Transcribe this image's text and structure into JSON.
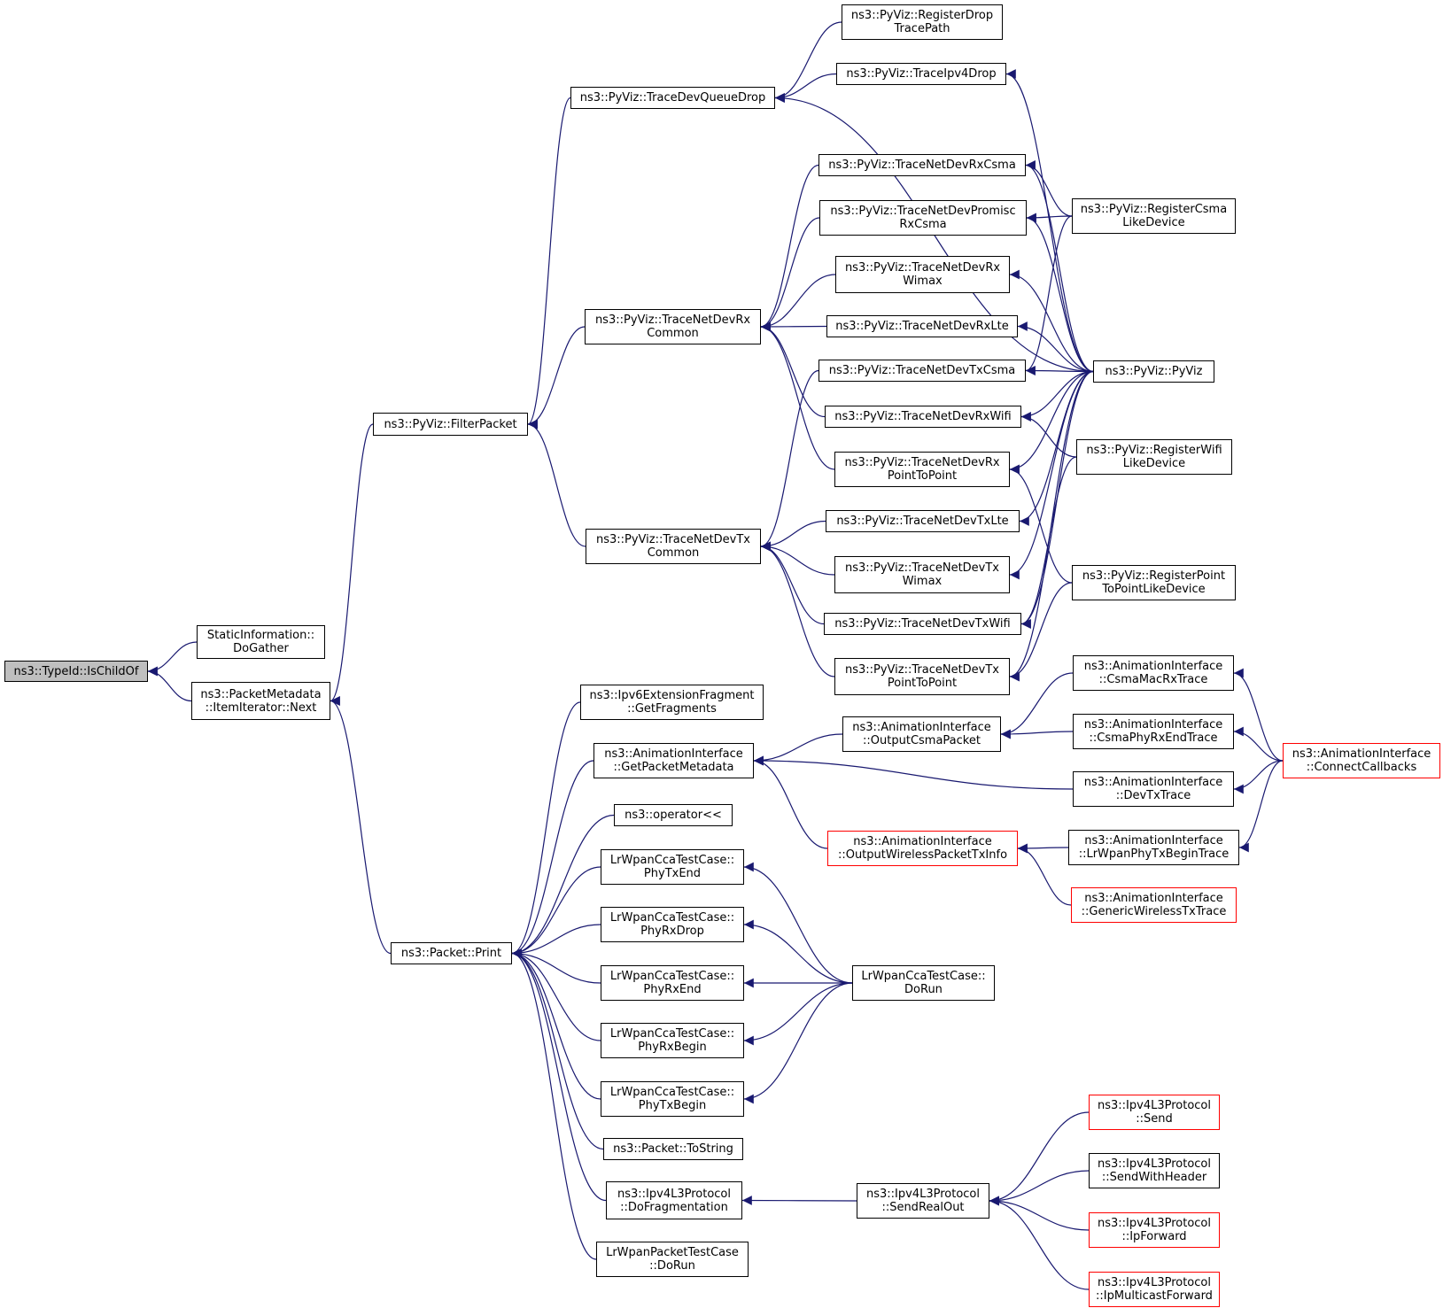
{
  "colors": {
    "edge": "#191970",
    "node_border": "#000000",
    "truncated_border": "#ff0000",
    "root_fill": "#bfbfbf"
  },
  "nodes": [
    {
      "id": "typeid",
      "label": "ns3::TypeId::IsChildOf",
      "style": "root"
    },
    {
      "id": "static_dogather",
      "label": "StaticInformation::\nDoGather"
    },
    {
      "id": "pm_next",
      "label": "ns3::PacketMetadata\n::ItemIterator::Next"
    },
    {
      "id": "filterpacket",
      "label": "ns3::PyViz::FilterPacket"
    },
    {
      "id": "packet_print",
      "label": "ns3::Packet::Print"
    },
    {
      "id": "tracedevqueuedrop",
      "label": "ns3::PyViz::TraceDevQueueDrop"
    },
    {
      "id": "rxcommon",
      "label": "ns3::PyViz::TraceNetDevRx\nCommon"
    },
    {
      "id": "txcommon",
      "label": "ns3::PyViz::TraceNetDevTx\nCommon"
    },
    {
      "id": "registerdroptracepath",
      "label": "ns3::PyViz::RegisterDrop\nTracePath"
    },
    {
      "id": "traceipv4drop",
      "label": "ns3::PyViz::TraceIpv4Drop"
    },
    {
      "id": "rxcsma",
      "label": "ns3::PyViz::TraceNetDevRxCsma"
    },
    {
      "id": "promiscrxcsma",
      "label": "ns3::PyViz::TraceNetDevPromisc\nRxCsma"
    },
    {
      "id": "rxwimax",
      "label": "ns3::PyViz::TraceNetDevRx\nWimax"
    },
    {
      "id": "rxlte",
      "label": "ns3::PyViz::TraceNetDevRxLte"
    },
    {
      "id": "txcsma",
      "label": "ns3::PyViz::TraceNetDevTxCsma"
    },
    {
      "id": "rxwifi",
      "label": "ns3::PyViz::TraceNetDevRxWifi"
    },
    {
      "id": "rxp2p",
      "label": "ns3::PyViz::TraceNetDevRx\nPointToPoint"
    },
    {
      "id": "txlte",
      "label": "ns3::PyViz::TraceNetDevTxLte"
    },
    {
      "id": "txwimax",
      "label": "ns3::PyViz::TraceNetDevTx\nWimax"
    },
    {
      "id": "txwifi",
      "label": "ns3::PyViz::TraceNetDevTxWifi"
    },
    {
      "id": "txp2p",
      "label": "ns3::PyViz::TraceNetDevTx\nPointToPoint"
    },
    {
      "id": "registercsma",
      "label": "ns3::PyViz::RegisterCsma\nLikeDevice"
    },
    {
      "id": "pyviz",
      "label": "ns3::PyViz::PyViz"
    },
    {
      "id": "registerwifi",
      "label": "ns3::PyViz::RegisterWifi\nLikeDevice"
    },
    {
      "id": "registerp2p",
      "label": "ns3::PyViz::RegisterPoint\nToPointLikeDevice"
    },
    {
      "id": "ipv6getfragments",
      "label": "ns3::Ipv6ExtensionFragment\n::GetFragments"
    },
    {
      "id": "getpacketmetadata",
      "label": "ns3::AnimationInterface\n::GetPacketMetadata"
    },
    {
      "id": "operator",
      "label": "ns3::operator<<"
    },
    {
      "id": "phytxend",
      "label": "LrWpanCcaTestCase::\nPhyTxEnd"
    },
    {
      "id": "phyrxdrop",
      "label": "LrWpanCcaTestCase::\nPhyRxDrop"
    },
    {
      "id": "phyrxend",
      "label": "LrWpanCcaTestCase::\nPhyRxEnd"
    },
    {
      "id": "phyrxbegin",
      "label": "LrWpanCcaTestCase::\nPhyRxBegin"
    },
    {
      "id": "phytxbegin",
      "label": "LrWpanCcaTestCase::\nPhyTxBegin"
    },
    {
      "id": "packettostring",
      "label": "ns3::Packet::ToString"
    },
    {
      "id": "dofragmentation",
      "label": "ns3::Ipv4L3Protocol\n::DoFragmentation"
    },
    {
      "id": "packettestdorun",
      "label": "LrWpanPacketTestCase\n::DoRun"
    },
    {
      "id": "outputcsmapacket",
      "label": "ns3::AnimationInterface\n::OutputCsmaPacket"
    },
    {
      "id": "outputwireless",
      "label": "ns3::AnimationInterface\n::OutputWirelessPacketTxInfo",
      "style": "red"
    },
    {
      "id": "ccadorun",
      "label": "LrWpanCcaTestCase::\nDoRun"
    },
    {
      "id": "sendrealout",
      "label": "ns3::Ipv4L3Protocol\n::SendRealOut"
    },
    {
      "id": "csmamacrxtrace",
      "label": "ns3::AnimationInterface\n::CsmaMacRxTrace"
    },
    {
      "id": "csmaphyrxendtrace",
      "label": "ns3::AnimationInterface\n::CsmaPhyRxEndTrace"
    },
    {
      "id": "devtxtrace",
      "label": "ns3::AnimationInterface\n::DevTxTrace"
    },
    {
      "id": "lrwpanphytxbegintrace",
      "label": "ns3::AnimationInterface\n::LrWpanPhyTxBeginTrace"
    },
    {
      "id": "genericwirelesstxtrace",
      "label": "ns3::AnimationInterface\n::GenericWirelessTxTrace",
      "style": "red"
    },
    {
      "id": "connectcallbacks",
      "label": "ns3::AnimationInterface\n::ConnectCallbacks",
      "style": "red"
    },
    {
      "id": "ipv4send",
      "label": "ns3::Ipv4L3Protocol\n::Send",
      "style": "red"
    },
    {
      "id": "sendwithheader",
      "label": "ns3::Ipv4L3Protocol\n::SendWithHeader"
    },
    {
      "id": "ipforward",
      "label": "ns3::Ipv4L3Protocol\n::IpForward",
      "style": "red"
    },
    {
      "id": "ipmulticastforward",
      "label": "ns3::Ipv4L3Protocol\n::IpMulticastForward",
      "style": "red"
    }
  ],
  "edges": [
    [
      "static_dogather",
      "typeid"
    ],
    [
      "pm_next",
      "typeid"
    ],
    [
      "filterpacket",
      "pm_next"
    ],
    [
      "packet_print",
      "pm_next"
    ],
    [
      "tracedevqueuedrop",
      "filterpacket"
    ],
    [
      "rxcommon",
      "filterpacket"
    ],
    [
      "txcommon",
      "filterpacket"
    ],
    [
      "registerdroptracepath",
      "tracedevqueuedrop"
    ],
    [
      "traceipv4drop",
      "tracedevqueuedrop"
    ],
    [
      "pyviz",
      "tracedevqueuedrop"
    ],
    [
      "pyviz",
      "traceipv4drop"
    ],
    [
      "rxcsma",
      "rxcommon"
    ],
    [
      "promiscrxcsma",
      "rxcommon"
    ],
    [
      "rxwimax",
      "rxcommon"
    ],
    [
      "rxlte",
      "rxcommon"
    ],
    [
      "rxwifi",
      "rxcommon"
    ],
    [
      "rxp2p",
      "rxcommon"
    ],
    [
      "txcsma",
      "txcommon"
    ],
    [
      "txlte",
      "txcommon"
    ],
    [
      "txwimax",
      "txcommon"
    ],
    [
      "txwifi",
      "txcommon"
    ],
    [
      "txp2p",
      "txcommon"
    ],
    [
      "registercsma",
      "rxcsma"
    ],
    [
      "pyviz",
      "rxcsma"
    ],
    [
      "registercsma",
      "promiscrxcsma"
    ],
    [
      "pyviz",
      "promiscrxcsma"
    ],
    [
      "pyviz",
      "rxwimax"
    ],
    [
      "pyviz",
      "rxlte"
    ],
    [
      "registercsma",
      "txcsma"
    ],
    [
      "pyviz",
      "txcsma"
    ],
    [
      "registerwifi",
      "rxwifi"
    ],
    [
      "pyviz",
      "rxwifi"
    ],
    [
      "registerp2p",
      "rxp2p"
    ],
    [
      "pyviz",
      "rxp2p"
    ],
    [
      "pyviz",
      "txlte"
    ],
    [
      "pyviz",
      "txwimax"
    ],
    [
      "registerwifi",
      "txwifi"
    ],
    [
      "pyviz",
      "txwifi"
    ],
    [
      "registerp2p",
      "txp2p"
    ],
    [
      "pyviz",
      "txp2p"
    ],
    [
      "ipv6getfragments",
      "packet_print"
    ],
    [
      "getpacketmetadata",
      "packet_print"
    ],
    [
      "operator",
      "packet_print"
    ],
    [
      "phytxend",
      "packet_print"
    ],
    [
      "phyrxdrop",
      "packet_print"
    ],
    [
      "phyrxend",
      "packet_print"
    ],
    [
      "phyrxbegin",
      "packet_print"
    ],
    [
      "phytxbegin",
      "packet_print"
    ],
    [
      "packettostring",
      "packet_print"
    ],
    [
      "dofragmentation",
      "packet_print"
    ],
    [
      "packettestdorun",
      "packet_print"
    ],
    [
      "outputcsmapacket",
      "getpacketmetadata"
    ],
    [
      "devtxtrace",
      "getpacketmetadata"
    ],
    [
      "outputwireless",
      "getpacketmetadata"
    ],
    [
      "ccadorun",
      "phytxend"
    ],
    [
      "ccadorun",
      "phyrxdrop"
    ],
    [
      "ccadorun",
      "phyrxend"
    ],
    [
      "ccadorun",
      "phyrxbegin"
    ],
    [
      "ccadorun",
      "phytxbegin"
    ],
    [
      "sendrealout",
      "dofragmentation"
    ],
    [
      "csmamacrxtrace",
      "outputcsmapacket"
    ],
    [
      "csmaphyrxendtrace",
      "outputcsmapacket"
    ],
    [
      "lrwpanphytxbegintrace",
      "outputwireless"
    ],
    [
      "genericwirelesstxtrace",
      "outputwireless"
    ],
    [
      "connectcallbacks",
      "csmamacrxtrace"
    ],
    [
      "connectcallbacks",
      "csmaphyrxendtrace"
    ],
    [
      "connectcallbacks",
      "devtxtrace"
    ],
    [
      "connectcallbacks",
      "lrwpanphytxbegintrace"
    ],
    [
      "ipv4send",
      "sendrealout"
    ],
    [
      "sendwithheader",
      "sendrealout"
    ],
    [
      "ipforward",
      "sendrealout"
    ],
    [
      "ipmulticastforward",
      "sendrealout"
    ]
  ]
}
